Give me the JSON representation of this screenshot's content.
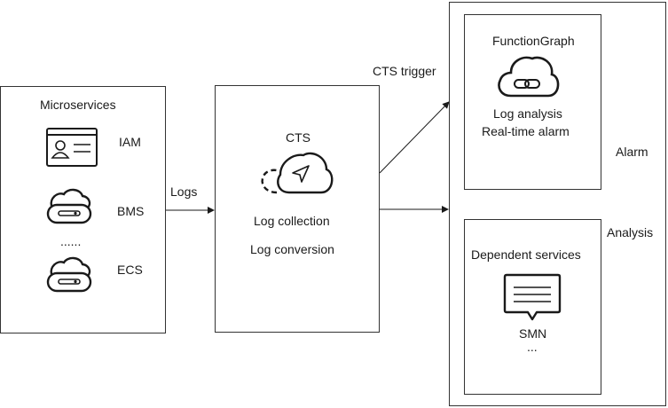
{
  "microservices": {
    "title": "Microservices",
    "items": [
      {
        "label": "IAM",
        "icon": "id-card-icon"
      },
      {
        "label": "BMS",
        "icon": "cloud-server-icon"
      },
      {
        "label": "ECS",
        "icon": "cloud-server-icon"
      }
    ],
    "ellipsis": "......"
  },
  "arrows": {
    "logs": "Logs",
    "cts_trigger": "CTS trigger",
    "alarm": "Alarm",
    "analysis": "Analysis"
  },
  "cts": {
    "title": "CTS",
    "icon": "cloud-send-icon",
    "lines": [
      "Log collection",
      "Log conversion"
    ]
  },
  "function_graph": {
    "title": "FunctionGraph",
    "icon": "cloud-link-icon",
    "lines": [
      "Log analysis",
      "Real-time alarm"
    ]
  },
  "dependent_services": {
    "title": "Dependent services",
    "icon": "message-icon",
    "item": "SMN",
    "ellipsis": "..."
  }
}
